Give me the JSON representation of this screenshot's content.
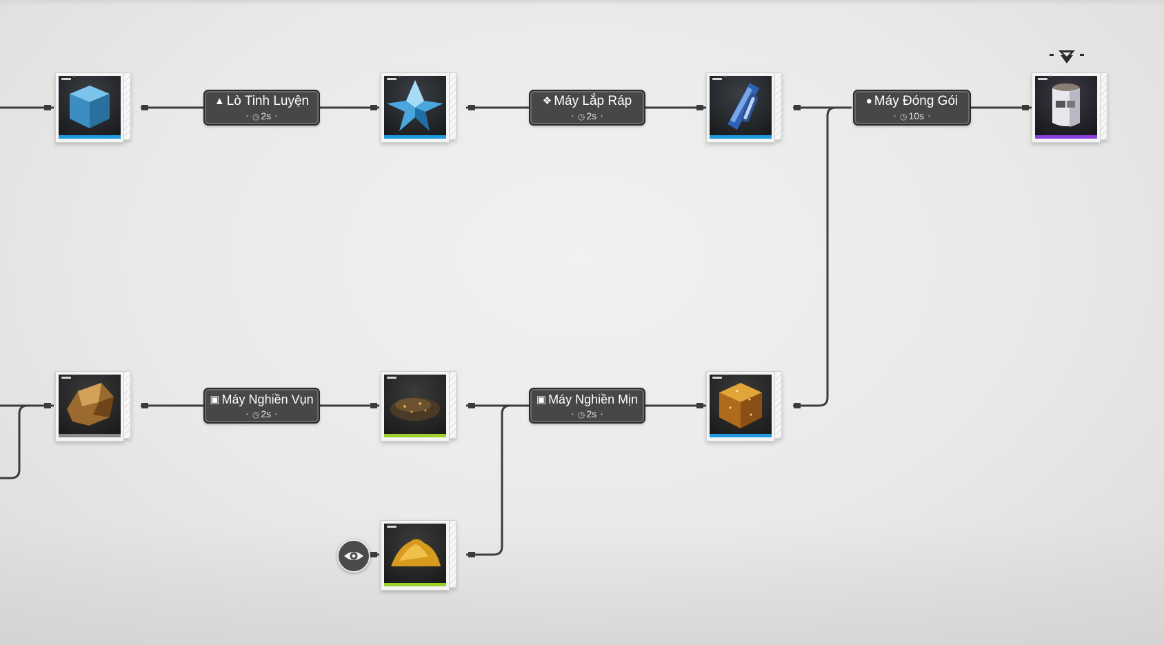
{
  "machines": [
    {
      "name": "Lò Tinh Luyện",
      "icon": "smelter-icon",
      "time": "2s"
    },
    {
      "name": "Máy Lắp Ráp",
      "icon": "assembler-icon",
      "time": "2s"
    },
    {
      "name": "Máy Đóng Gói",
      "icon": "packager-icon",
      "time": "10s"
    },
    {
      "name": "Máy Nghiền Vụn",
      "icon": "crusher-icon",
      "time": "2s"
    },
    {
      "name": "Máy Nghiền Mịn",
      "icon": "grinder-icon",
      "time": "2s"
    }
  ],
  "items": [
    {
      "id": "blue-cube",
      "rarity_color": "#1e9be0"
    },
    {
      "id": "blue-crystal",
      "rarity_color": "#1e9be0"
    },
    {
      "id": "circuit-component",
      "rarity_color": "#1e9be0"
    },
    {
      "id": "canister",
      "rarity_color": "#8a3fe0"
    },
    {
      "id": "amber-ore",
      "rarity_color": "#8a8a8a"
    },
    {
      "id": "dark-ore-chunk",
      "rarity_color": "#9ccf2a"
    },
    {
      "id": "golden-cube",
      "rarity_color": "#1e9be0"
    },
    {
      "id": "yellow-powder",
      "rarity_color": "#9ccf2a"
    }
  ],
  "icons": {
    "visibility": "eye-icon",
    "target": "target-marker-icon",
    "timer": "clock-icon"
  }
}
